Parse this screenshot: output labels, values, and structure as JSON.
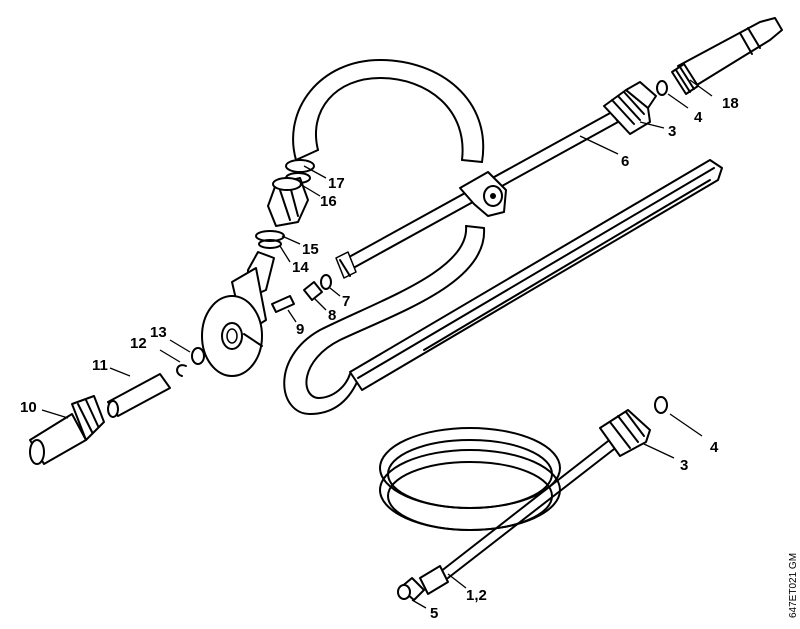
{
  "callouts": {
    "c1_2": "1,2",
    "c3a": "3",
    "c3b": "3",
    "c4a": "4",
    "c4b": "4",
    "c5": "5",
    "c6": "6",
    "c7": "7",
    "c8": "8",
    "c9": "9",
    "c10": "10",
    "c11": "11",
    "c12": "12",
    "c13": "13",
    "c14": "14",
    "c15": "15",
    "c16": "16",
    "c17": "17",
    "c18": "18"
  },
  "reference_code": "647ET021 GM"
}
